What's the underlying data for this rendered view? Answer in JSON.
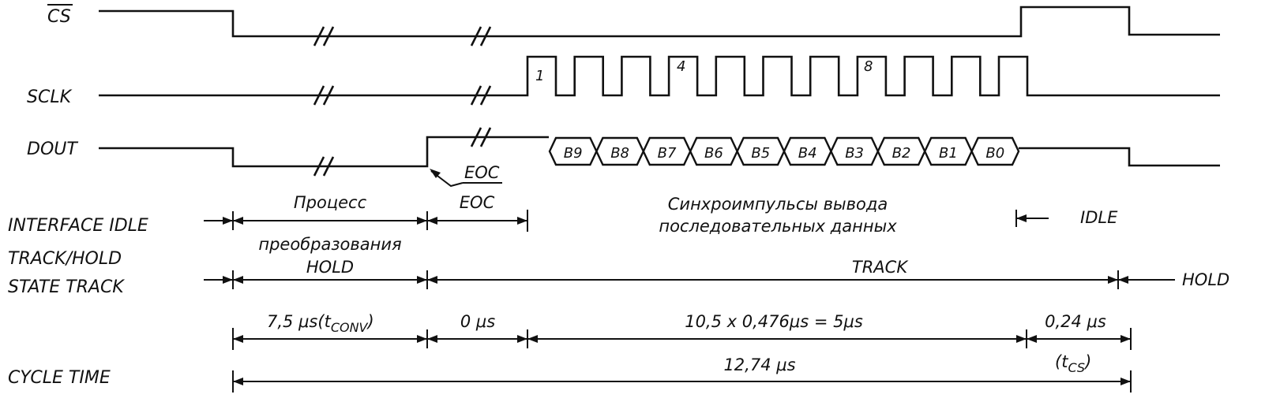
{
  "signals": {
    "cs": "CS",
    "sclk": "SCLK",
    "dout": "DOUT"
  },
  "sclk_pulse_marks": [
    "1",
    "4",
    "8"
  ],
  "dout_bits": [
    "B9",
    "B8",
    "B7",
    "B6",
    "B5",
    "B4",
    "B3",
    "B2",
    "B1",
    "B0"
  ],
  "eoc_pointer_label": "EOC",
  "rows": {
    "interface_idle": "INTERFACE IDLE",
    "track_hold_line1": "TRACK/HOLD",
    "track_hold_line2": "STATE TRACK",
    "cycle_time": "CYCLE TIME"
  },
  "phases": {
    "conversion_line1": "Процесс",
    "conversion_line2": "преобразования",
    "eoc": "EOC",
    "serial_line1": "Синхроимпульсы вывода",
    "serial_line2": "последовательных данных",
    "idle": "IDLE"
  },
  "states": {
    "hold_1": "HOLD",
    "track": "TRACK",
    "hold_2": "HOLD"
  },
  "timings": {
    "t_conv_prefix": "7,5 μs(t",
    "t_conv_sub": "CONV",
    "t_conv_suffix": ")",
    "eoc_time": "0 μs",
    "data_time": "10,5 x 0,476μs = 5μs",
    "cs_time": "0,24 μs",
    "t_cs_prefix": "(t",
    "t_cs_sub": "CS",
    "t_cs_suffix": ")",
    "cycle": "12,74 μs"
  }
}
